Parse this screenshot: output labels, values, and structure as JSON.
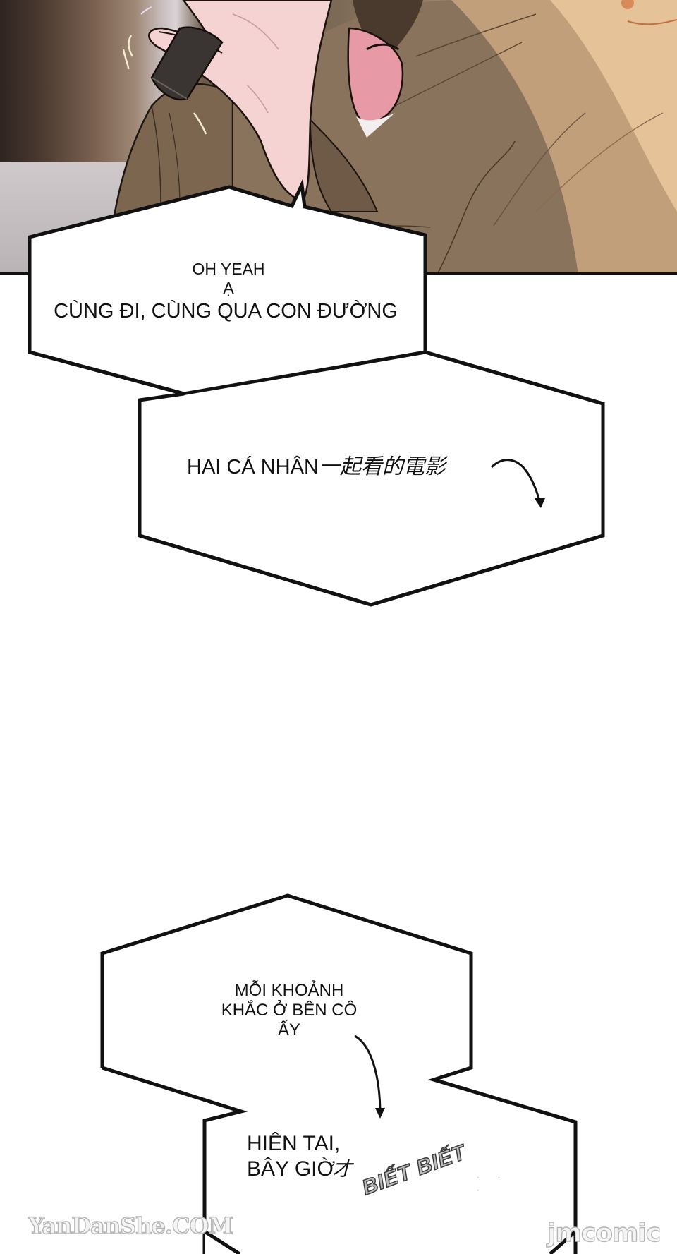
{
  "page": {
    "type": "webtoon-comic-page",
    "background_color": "#ffffff",
    "panel_border_color": "#111111"
  },
  "artwork_panel": {
    "description": "Close-up of a character in a brown jacket holding a dark object near the face, pink-toned hand in foreground, warm lit background",
    "palette": {
      "jacket": "#7d6a56",
      "skin": "#f1c6c4",
      "highlight": "#eec89c",
      "shadow": "#2e2420",
      "object": "#3a3532"
    }
  },
  "bubbles": [
    {
      "id": "bubble-1",
      "lines": [
        "OH YEAH",
        "Ạ",
        "CÙNG ĐI, CÙNG QUA CON ĐƯỜNG"
      ]
    },
    {
      "id": "bubble-2",
      "text_latin": "HAI CÁ NHÂN",
      "text_cjk": "一起看的電影",
      "has_arrow": true
    },
    {
      "id": "bubble-3",
      "lines": [
        "MỖI KHOẢNH",
        "KHẮC Ở BÊN CÔ",
        "ẤY"
      ],
      "has_arrow": true
    },
    {
      "id": "bubble-4",
      "lines": [
        "HIÊN TAI,",
        "BÂY GIỜ"
      ],
      "text_cjk": "才"
    }
  ],
  "sfx": {
    "text": "BIẾT BIẾT",
    "trail": "· · ·"
  },
  "watermarks": {
    "left": "YanDanShe.COM",
    "right": "jmcomic"
  }
}
